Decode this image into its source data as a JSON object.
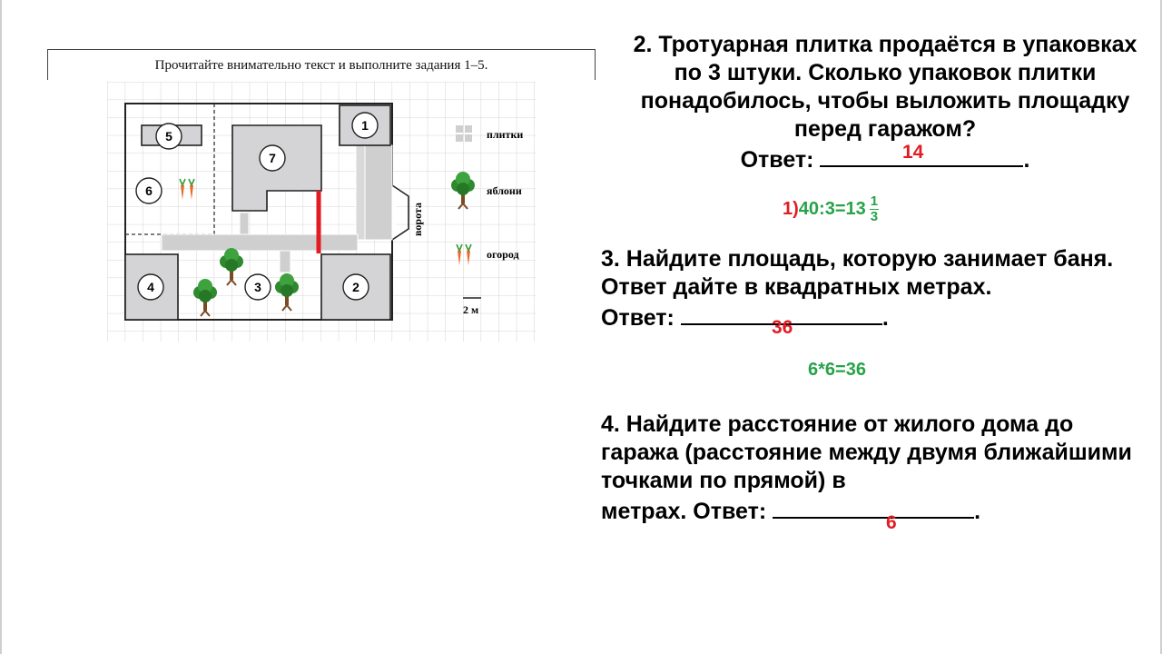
{
  "plan": {
    "header": "Прочитайте внимательно текст и выполните задания 1–5.",
    "markers": [
      {
        "id": "m1",
        "label": "1"
      },
      {
        "id": "m2",
        "label": "2"
      },
      {
        "id": "m3",
        "label": "3"
      },
      {
        "id": "m4",
        "label": "4"
      },
      {
        "id": "m5",
        "label": "5"
      },
      {
        "id": "m6",
        "label": "6"
      },
      {
        "id": "m7",
        "label": "7"
      }
    ],
    "gate_label": "ворота",
    "legend": {
      "tiles": "плитки",
      "apple_trees": "яблони",
      "garden": "огород",
      "scale": "2 м"
    },
    "colors": {
      "building_fill": "#d4d4d6",
      "grid": "#c9c9c9",
      "highlight": "#e31b23"
    }
  },
  "questions": {
    "q2": {
      "text": "2. Тротуарная плитка продаётся в упаковках по 3 штуки. Сколько упаковок плитки понадобилось, чтобы выложить площадку перед гаражом?",
      "answer_prefix": "Ответ:",
      "answer_suffix": ".",
      "answer": "14",
      "solution_step": "1)",
      "solution_expr": "40:3=13",
      "solution_frac_num": "1",
      "solution_frac_den": "3"
    },
    "q3": {
      "text": "3. Найдите площадь, которую занимает баня. Ответ дайте в квадратных метрах.",
      "answer_prefix": "Ответ:",
      "answer_suffix": ".",
      "answer": "36",
      "solution": "6*6=36"
    },
    "q4": {
      "text": "4. Найдите расстояние от жилого дома до гаража (расстояние между двумя ближайшими точками по прямой) в",
      "answer_prefix": "метрах. Ответ:",
      "answer_suffix": ".",
      "answer": "6"
    }
  }
}
